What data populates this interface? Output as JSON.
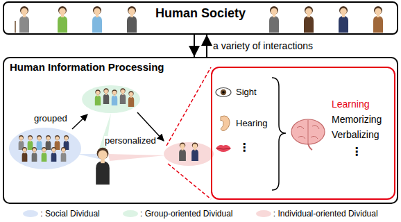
{
  "diagram": {
    "nodes": [
      {
        "text": [
          "Human Society"
        ]
      },
      {
        "text": [
          "Human Information Processing"
        ]
      },
      {
        "text": [
          "Sight",
          "Hearing",
          "⋮",
          "Learning",
          "Memorizing",
          "Verbalizing",
          "⋮"
        ],
        "in": 1
      }
    ],
    "edges": [
      {
        "from": 0,
        "to": 1,
        "arrow": "to"
      },
      {
        "from": 1,
        "to": 0,
        "arrow": "to",
        "label": "a variety of interactions"
      }
    ],
    "labels": [
      "grouped",
      "personalized"
    ],
    "legend": [
      {
        "text": ": Social Dividual",
        "color": "#d9e4f7"
      },
      {
        "text": ": Group-oriented Dividual",
        "color": "#dcf3e4"
      },
      {
        "text": ": Individual-oriented Dividual",
        "color": "#f8d9d9"
      }
    ]
  }
}
